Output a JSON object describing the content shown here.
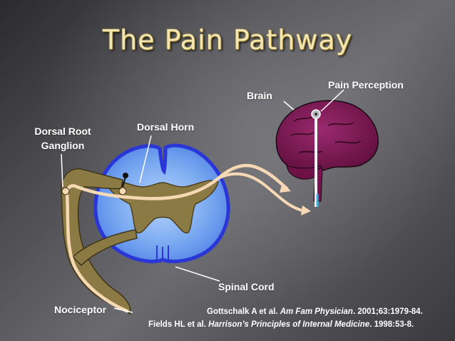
{
  "title": "The Pain Pathway",
  "labels": {
    "dorsal_root_ganglion": "Dorsal Root Ganglion",
    "dorsal_horn": "Dorsal Horn",
    "brain": "Brain",
    "pain_perception": "Pain Perception",
    "spinal_cord": "Spinal Cord",
    "nociceptor": "Nociceptor"
  },
  "citations": [
    {
      "authors": "Gottschalk A et al.",
      "journal": "Am Fam Physician",
      "details": ". 2001;63:1979-84."
    },
    {
      "authors": "Fields HL et al.",
      "journal": "Harrison’s Principles of Internal Medicine",
      "details": ". 1998:53-8."
    }
  ],
  "colors": {
    "title": "#f3e6b3",
    "spinal_cord_fill": "#6fa0ea",
    "spinal_cord_edge": "#2a37d6",
    "gray_matter": "#8c7a45",
    "nerve_pathway": "#f6d9b4",
    "brain": "#7a1450"
  }
}
